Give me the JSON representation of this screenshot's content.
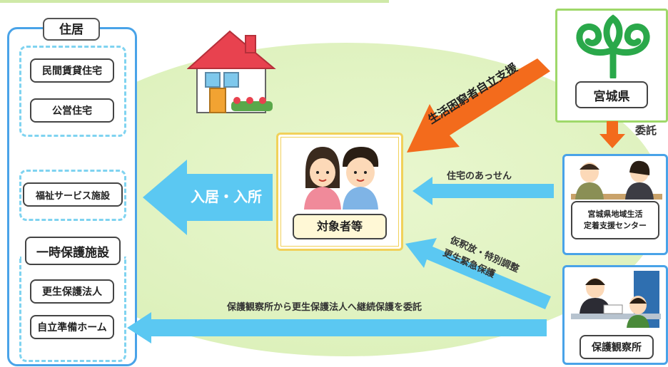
{
  "housing": {
    "title": "住居",
    "items": [
      "民間賃貸住宅",
      "公営住宅"
    ],
    "welfare": "福祉サービス施設",
    "shelter_title": "一時保護施設",
    "shelter_items": [
      "更生保護法人",
      "自立準備ホーム"
    ]
  },
  "center": {
    "label": "対象者等",
    "arrow_left": "入居・入所"
  },
  "right": {
    "prefecture": "宮城県",
    "entrust": "委託",
    "support_center": [
      "宮城県地域生活",
      "定着支援センター"
    ],
    "probation": "保護観察所"
  },
  "arrows": {
    "poverty": "生活困窮者自立支援",
    "housing_intro": "住宅のあっせん",
    "release_line1": "仮釈放・特別調整",
    "release_line2": "更生緊急保護",
    "bottom": "保護観察所から更生保護法人へ継続保護を委託"
  },
  "colors": {
    "panel_border": "#49a3e8",
    "cyan_arrow": "#5bc8f2",
    "orange_arrow": "#f36b1c",
    "green_bg": "#dff2bf",
    "logo_green": "#2aa84a"
  }
}
